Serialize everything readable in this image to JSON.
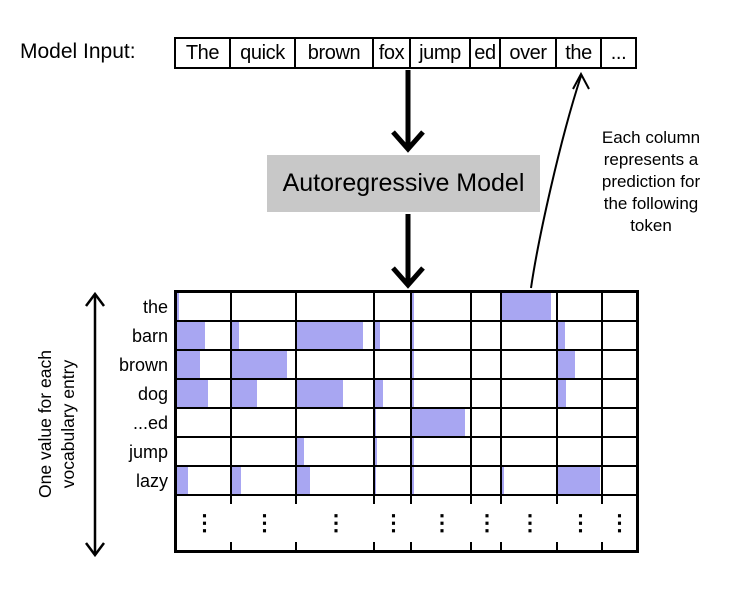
{
  "model_input": {
    "label": "Model Input:",
    "tokens": [
      "The",
      "quick",
      "brown",
      "fox",
      "jump",
      "ed",
      "over",
      "the",
      "..."
    ]
  },
  "model_box": {
    "label": "Autoregressive Model"
  },
  "annotation": {
    "lines": [
      "Each column",
      "represents a",
      "prediction for",
      "the following",
      "token"
    ]
  },
  "left_axis_label": {
    "lines": [
      "One value for each",
      "vocabulary entry"
    ]
  },
  "ellipsis_char": "⋮",
  "colors": {
    "bar_fill": "#a8a6f2",
    "model_box_bg": "#c8c8c8",
    "line": "#000000"
  },
  "chart_data": {
    "type": "heatmap",
    "title": "",
    "columns": [
      "The",
      "quick",
      "brown",
      "fox",
      "jump",
      "ed",
      "over",
      "the",
      "..."
    ],
    "rows": [
      "the",
      "barn",
      "brown",
      "dog",
      "...ed",
      "jump",
      "lazy"
    ],
    "fill_fractions": [
      [
        0.04,
        0,
        0,
        0,
        0.04,
        0,
        0.91,
        0,
        0
      ],
      [
        0.53,
        0.11,
        0.87,
        0.13,
        0.03,
        0,
        0,
        0.16,
        0
      ],
      [
        0.44,
        0.87,
        0,
        0,
        0.03,
        0,
        0,
        0.39,
        0
      ],
      [
        0.58,
        0.39,
        0.61,
        0.23,
        0.03,
        0,
        0,
        0.19,
        0
      ],
      [
        0,
        0,
        0,
        0.04,
        0.92,
        0,
        0,
        0,
        0
      ],
      [
        0,
        0,
        0.09,
        0.05,
        0.03,
        0,
        0,
        0,
        0
      ],
      [
        0.2,
        0.15,
        0.17,
        0.04,
        0.04,
        0,
        0.04,
        0.97,
        0
      ]
    ],
    "legend": "none",
    "value_encoding": "fraction of cell width filled with bar color"
  }
}
